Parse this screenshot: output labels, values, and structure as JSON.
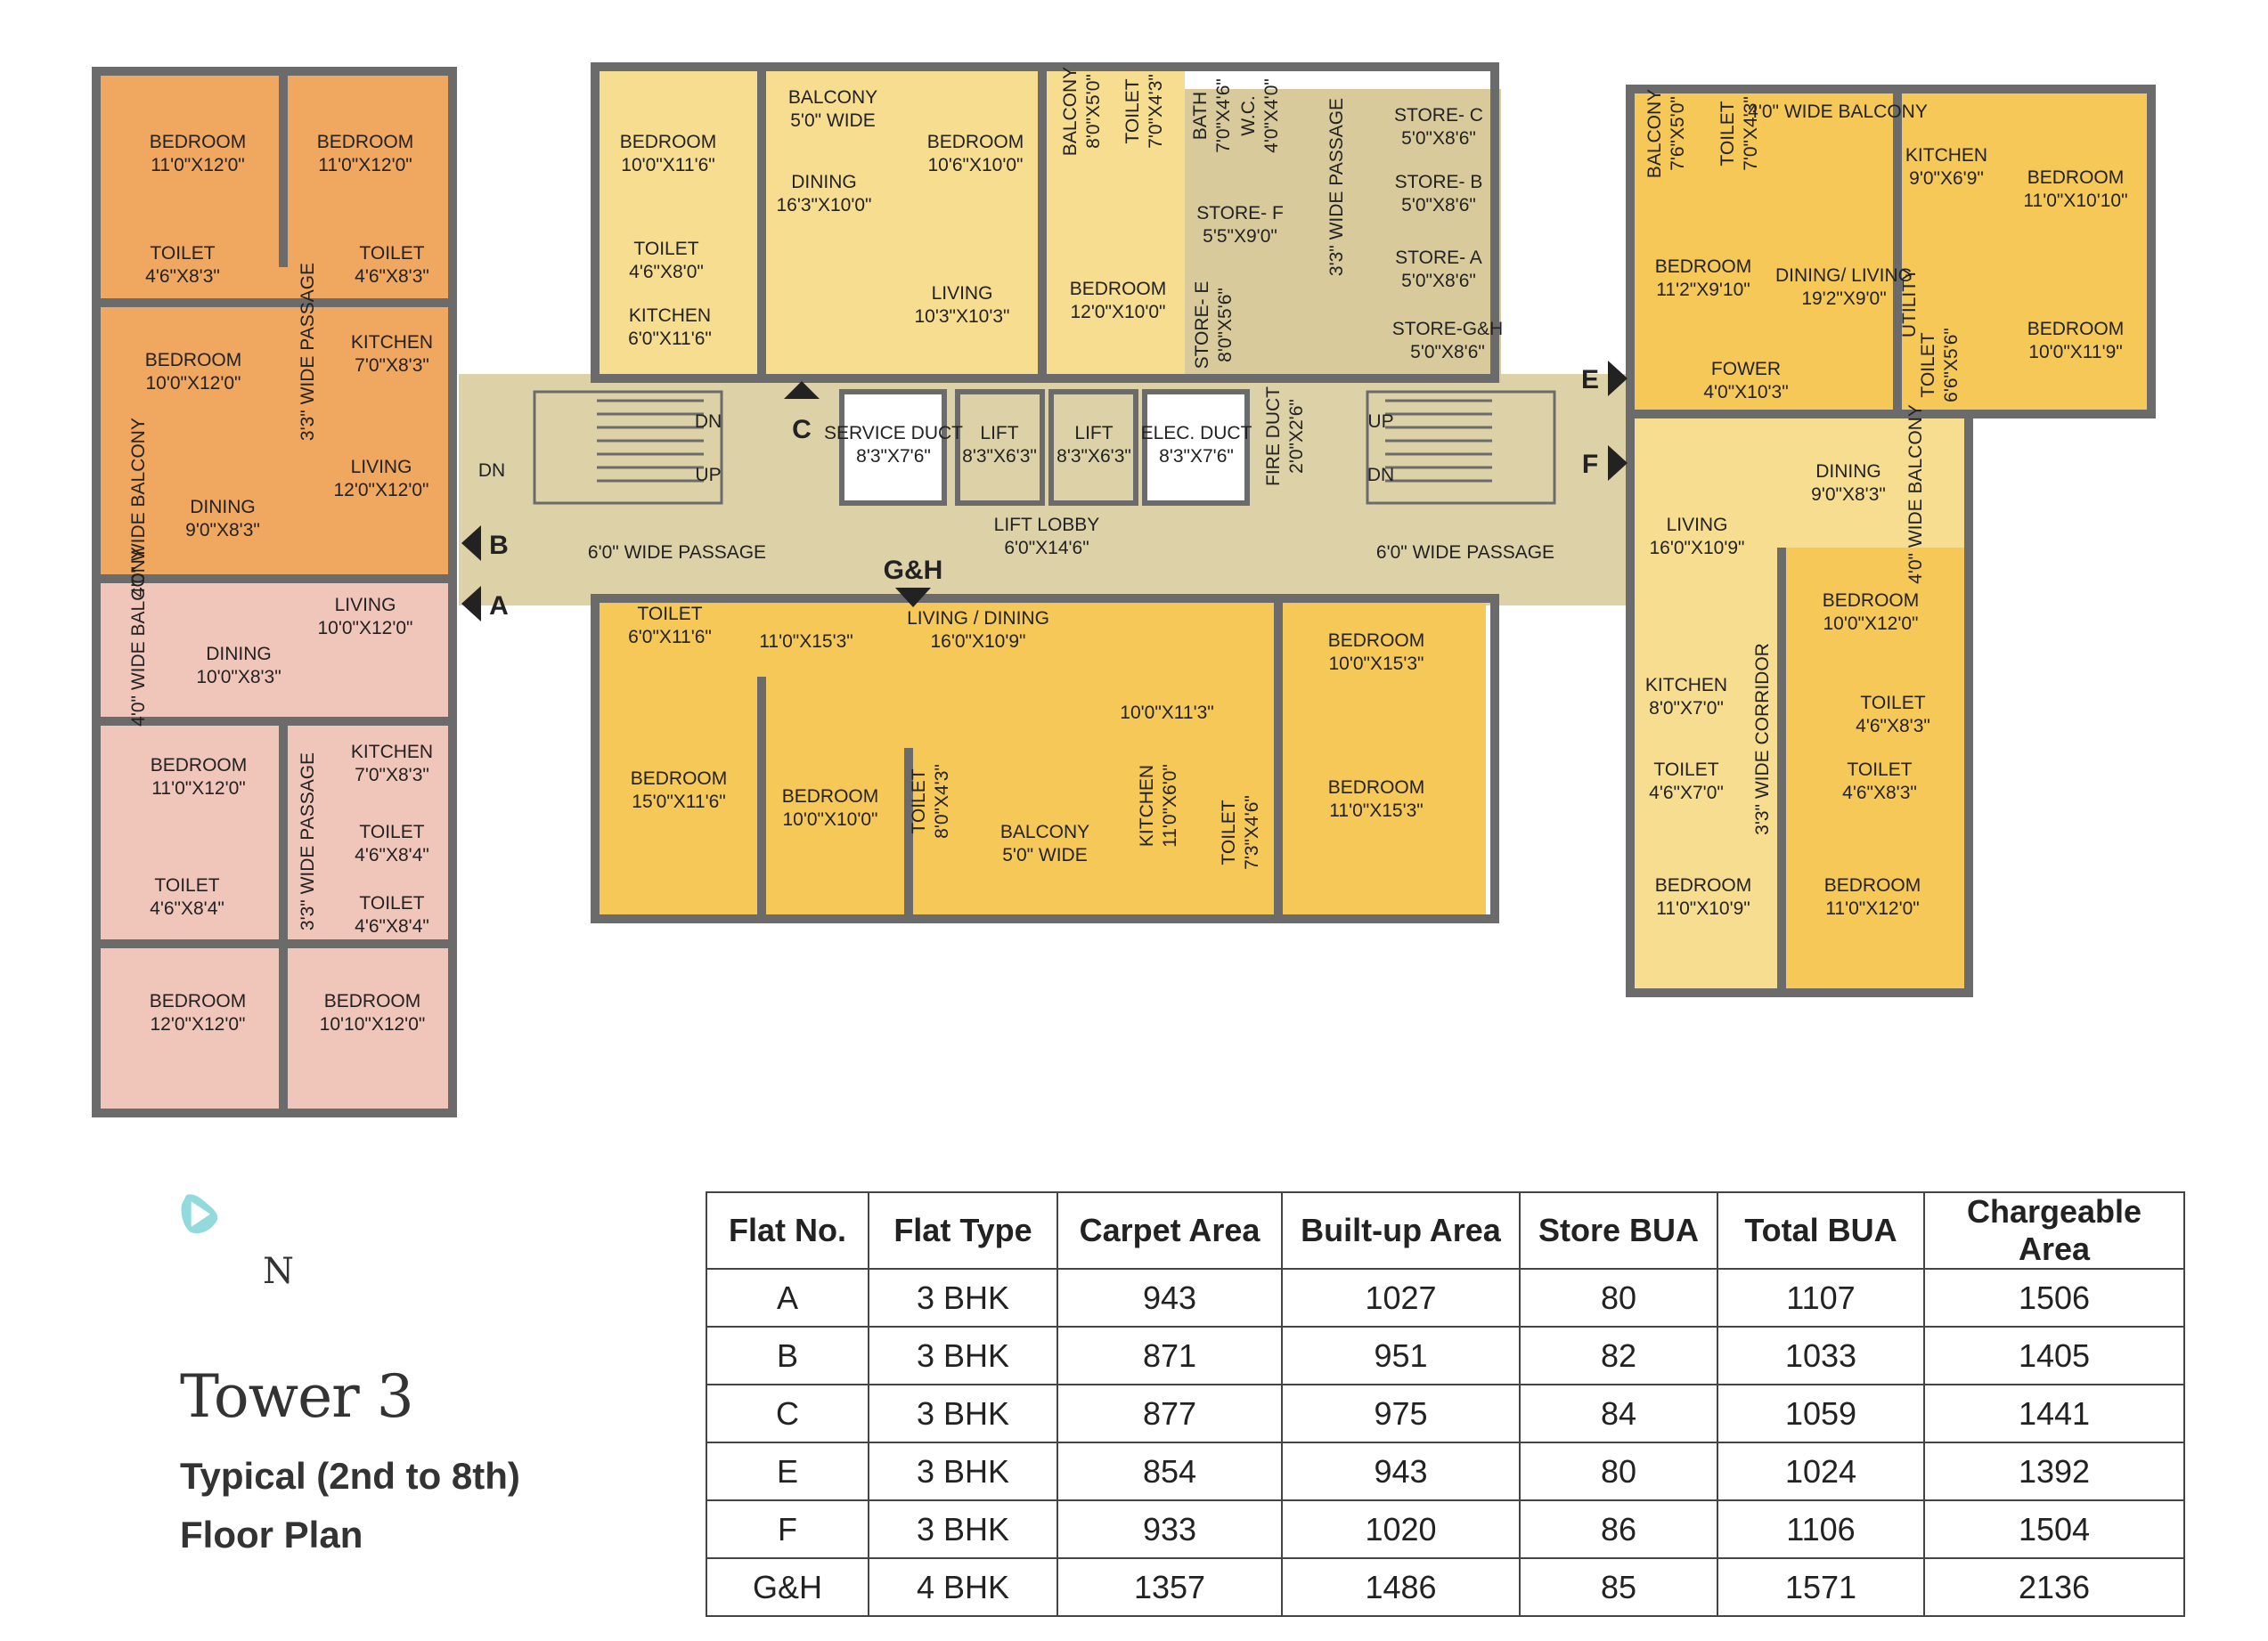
{
  "markers": {
    "A": "A",
    "B": "B",
    "C": "C",
    "E": "E",
    "F": "F",
    "GH": "G&H"
  },
  "rooms": {
    "b1": {
      "name": "BEDROOM",
      "size": "11'0\"X12'0\""
    },
    "b2": {
      "name": "BEDROOM",
      "size": "11'0\"X12'0\""
    },
    "t1": {
      "name": "TOILET",
      "size": "4'6\"X8'3\""
    },
    "t2": {
      "name": "TOILET",
      "size": "4'6\"X8'3\""
    },
    "b3": {
      "name": "BEDROOM",
      "size": "10'0\"X12'0\""
    },
    "k1": {
      "name": "KITCHEN",
      "size": "7'0\"X8'3\""
    },
    "p1": {
      "name": "3'3\" WIDE PASSAGE"
    },
    "l1": {
      "name": "LIVING",
      "size": "12'0\"X12'0\""
    },
    "d1": {
      "name": "DINING",
      "size": "9'0\"X8'3\""
    },
    "bal1": {
      "name": "4'0\" WIDE BALCONY"
    },
    "l2": {
      "name": "LIVING",
      "size": "10'0\"X12'0\""
    },
    "bal2": {
      "name": "4'0\" WIDE BALCONY"
    },
    "d2": {
      "name": "DINING",
      "size": "10'0\"X8'3\""
    },
    "b4": {
      "name": "BEDROOM",
      "size": "11'0\"X12'0\""
    },
    "k2": {
      "name": "KITCHEN",
      "size": "7'0\"X8'3\""
    },
    "p2": {
      "name": "3'3\" WIDE PASSAGE"
    },
    "t3": {
      "name": "TOILET",
      "size": "4'6\"X8'4\""
    },
    "t4": {
      "name": "TOILET",
      "size": "4'6\"X8'4\""
    },
    "t5": {
      "name": "TOILET",
      "size": "4'6\"X8'4\""
    },
    "b5": {
      "name": "BEDROOM",
      "size": "12'0\"X12'0\""
    },
    "b6": {
      "name": "BEDROOM",
      "size": "10'10\"X12'0\""
    },
    "c_b1": {
      "name": "BEDROOM",
      "size": "10'0\"X11'6\""
    },
    "c_bal": {
      "name": "BALCONY",
      "size": "5'0\" WIDE"
    },
    "c_din": {
      "name": "DINING",
      "size": "16'3\"X10'0\""
    },
    "c_b2": {
      "name": "BEDROOM",
      "size": "10'6\"X10'0\""
    },
    "c_bal2": {
      "name": "BALCONY",
      "size": "8'0\"X5'0\""
    },
    "c_t1": {
      "name": "TOILET",
      "size": "7'0\"X4'3\""
    },
    "c_t2": {
      "name": "TOILET",
      "size": "4'6\"X8'0\""
    },
    "c_liv": {
      "name": "LIVING",
      "size": "10'3\"X10'3\""
    },
    "c_b3": {
      "name": "BEDROOM",
      "size": "12'0\"X10'0\""
    },
    "c_k": {
      "name": "KITCHEN",
      "size": "6'0\"X11'6\""
    },
    "s_bath": {
      "name": "BATH",
      "size": "7'0\"X4'6\""
    },
    "s_wc": {
      "name": "W.C.",
      "size": "4'0\"X4'0\""
    },
    "s_pass": {
      "name": "3'3\" WIDE PASSAGE"
    },
    "s_c": {
      "name": "STORE- C",
      "size": "5'0\"X8'6\""
    },
    "s_b": {
      "name": "STORE- B",
      "size": "5'0\"X8'6\""
    },
    "s_a": {
      "name": "STORE- A",
      "size": "5'0\"X8'6\""
    },
    "s_f": {
      "name": "STORE- F",
      "size": "5'5\"X9'0\""
    },
    "s_e": {
      "name": "STORE- E",
      "size": "8'0\"X5'6\""
    },
    "s_gh": {
      "name": "STORE-G&H",
      "size": "5'0\"X8'6\""
    },
    "fire": {
      "name": "FIRE DUCT",
      "size": "2'0\"X2'6\""
    },
    "sduct": {
      "name": "SERVICE DUCT",
      "size": "8'3\"X7'6\""
    },
    "lift1": {
      "name": "LIFT",
      "size": "8'3\"X6'3\""
    },
    "lift2": {
      "name": "LIFT",
      "size": "8'3\"X6'3\""
    },
    "educt": {
      "name": "ELEC. DUCT",
      "size": "8'3\"X7'6\""
    },
    "lobby": {
      "name": "LIFT LOBBY",
      "size": "6'0\"X14'6\""
    },
    "pass_l": {
      "name": "6'0\" WIDE PASSAGE"
    },
    "pass_r": {
      "name": "6'0\" WIDE PASSAGE"
    },
    "g_t1": {
      "name": "TOILET",
      "size": "6'0\"X11'6\""
    },
    "g_area1": {
      "size": "11'0\"X15'3\""
    },
    "g_ld": {
      "name": "LIVING / DINING",
      "size": "16'0\"X10'9\""
    },
    "g_area2": {
      "size": "10'0\"X11'3\""
    },
    "g_b1": {
      "name": "BEDROOM",
      "size": "10'0\"X15'3\""
    },
    "g_b2": {
      "name": "BEDROOM",
      "size": "15'0\"X11'6\""
    },
    "g_b3": {
      "name": "BEDROOM",
      "size": "10'0\"X10'0\""
    },
    "g_t2": {
      "name": "TOILET",
      "size": "8'0\"X4'3\""
    },
    "g_bal": {
      "name": "BALCONY",
      "size": "5'0\" WIDE"
    },
    "g_k": {
      "name": "KITCHEN",
      "size": "11'0\"X6'0\""
    },
    "g_t3": {
      "name": "TOILET",
      "size": "7'3\"X4'6\""
    },
    "g_b4": {
      "name": "BEDROOM",
      "size": "11'0\"X15'3\""
    },
    "e_bal": {
      "name": "BALCONY",
      "size": "7'6\"X5'0\""
    },
    "e_t1": {
      "name": "TOILET",
      "size": "7'0\"X4'3\""
    },
    "e_wbal": {
      "name": "4'0\" WIDE BALCONY"
    },
    "e_k": {
      "name": "KITCHEN",
      "size": "9'0\"X6'9\""
    },
    "e_b1": {
      "name": "BEDROOM",
      "size": "11'0\"X10'10\""
    },
    "e_b2": {
      "name": "BEDROOM",
      "size": "11'2\"X9'10\""
    },
    "e_dl": {
      "name": "DINING/ LIVING",
      "size": "19'2\"X9'0\""
    },
    "e_ut": {
      "name": "UTILITY"
    },
    "e_t2": {
      "name": "TOILET",
      "size": "6'6\"X5'6\""
    },
    "e_b3": {
      "name": "BEDROOM",
      "size": "10'0\"X11'9\""
    },
    "e_fo": {
      "name": "FOWER",
      "size": "4'0\"X10'3\""
    },
    "f_din": {
      "name": "DINING",
      "size": "9'0\"X8'3\""
    },
    "f_bal": {
      "name": "4'0\" WIDE BALCONY"
    },
    "f_liv": {
      "name": "LIVING",
      "size": "16'0\"X10'9\""
    },
    "f_b1": {
      "name": "BEDROOM",
      "size": "10'0\"X12'0\""
    },
    "f_cor": {
      "name": "3'3\" WIDE CORRIDOR"
    },
    "f_k": {
      "name": "KITCHEN",
      "size": "8'0\"X7'0\""
    },
    "f_t1": {
      "name": "TOILET",
      "size": "4'6\"X8'3\""
    },
    "f_t2": {
      "name": "TOILET",
      "size": "4'6\"X7'0\""
    },
    "f_t3": {
      "name": "TOILET",
      "size": "4'6\"X8'3\""
    },
    "f_b2": {
      "name": "BEDROOM",
      "size": "11'0\"X10'9\""
    },
    "f_b3": {
      "name": "BEDROOM",
      "size": "11'0\"X12'0\""
    }
  },
  "stairs": {
    "dn": "DN",
    "up": "UP"
  },
  "colors": {
    "flatB": "#f0a75f",
    "flatA": "#f1c6ba",
    "flatC": "#f6dd8f",
    "flatGH": "#f6c857",
    "flatE": "#f6c857",
    "flatF": "#f6dd8f",
    "common": "#ddd1a8",
    "store": "#d8ca9b",
    "wall": "#6b6b6b",
    "compass": "#7fd3d6"
  },
  "compass_label": "N",
  "title": {
    "main": "Tower 3",
    "line1": "Typical (2nd to 8th)",
    "line2": "Floor Plan"
  },
  "table": {
    "headers": [
      "Flat No.",
      "Flat Type",
      "Carpet Area",
      "Built-up Area",
      "Store BUA",
      "Total BUA",
      "Chargeable Area"
    ],
    "rows": [
      [
        "A",
        "3 BHK",
        "943",
        "1027",
        "80",
        "1107",
        "1506"
      ],
      [
        "B",
        "3 BHK",
        "871",
        "951",
        "82",
        "1033",
        "1405"
      ],
      [
        "C",
        "3 BHK",
        "877",
        "975",
        "84",
        "1059",
        "1441"
      ],
      [
        "E",
        "3 BHK",
        "854",
        "943",
        "80",
        "1024",
        "1392"
      ],
      [
        "F",
        "3 BHK",
        "933",
        "1020",
        "86",
        "1106",
        "1504"
      ],
      [
        "G&H",
        "4 BHK",
        "1357",
        "1486",
        "85",
        "1571",
        "2136"
      ]
    ]
  }
}
